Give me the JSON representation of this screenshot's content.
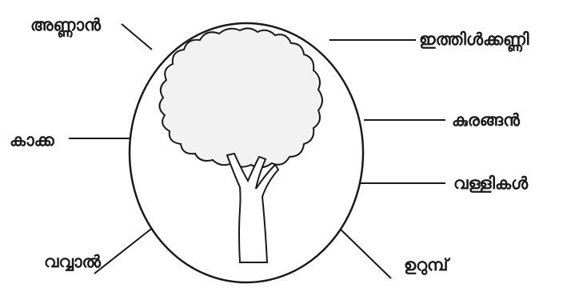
{
  "diagram": {
    "labels": {
      "top_left": "അണ്ണാൻ",
      "left": "കാക്ക",
      "bottom_left": "വവ്വാൽ",
      "top_right": "ഇത്തിൾക്കണ്ണി",
      "right_upper": "കുരങ്ങൻ",
      "right_lower": "വള്ളികൾ",
      "bottom_right": "ഉറുമ്പ്"
    },
    "center_image": "tree-icon"
  }
}
